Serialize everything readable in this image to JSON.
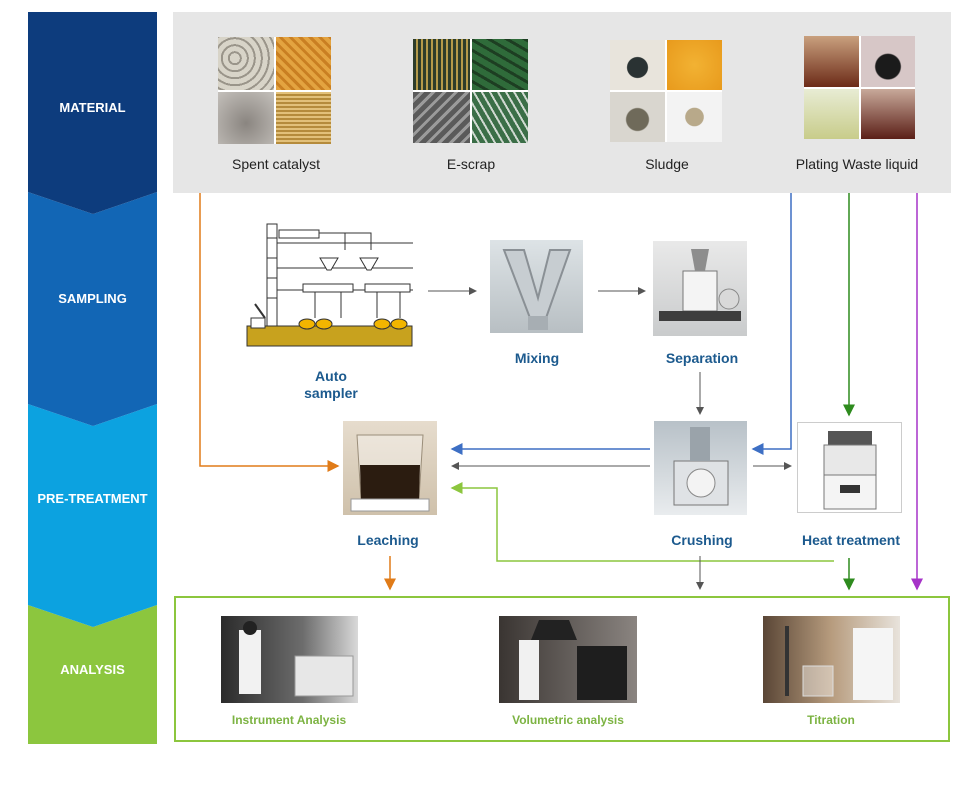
{
  "stages": [
    {
      "label": "MATERIAL",
      "color": "#0d3c7d"
    },
    {
      "label": "SAMPLING",
      "color": "#1266b5"
    },
    {
      "label": "PRE-TREATMENT",
      "color": "#0ca2e0"
    },
    {
      "label": "ANALYSIS",
      "color": "#8cc63e"
    }
  ],
  "materials": [
    {
      "label": "Spent catalyst"
    },
    {
      "label": "E-scrap"
    },
    {
      "label": "Sludge"
    },
    {
      "label": "Plating Waste liquid"
    }
  ],
  "process": {
    "auto_sampler": "Auto\nsampler",
    "mixing": "Mixing",
    "separation": "Separation",
    "leaching": "Leaching",
    "crushing": "Crushing",
    "heat_treatment": "Heat treatment"
  },
  "analysis": [
    {
      "label": "Instrument Analysis"
    },
    {
      "label": "Volumetric analysis"
    },
    {
      "label": "Titration"
    }
  ],
  "colors": {
    "material_bg": "#e6e6e6",
    "analysis_border": "#8cc63e",
    "process_text": "#1c5a8e",
    "analysis_text": "#7cb342",
    "arrow_orange": "#e07b18",
    "arrow_blue": "#3d6fc4",
    "arrow_gray": "#555555",
    "arrow_green_dark": "#2e8b1e",
    "arrow_green_light": "#8cc63e",
    "arrow_purple": "#a633c8"
  }
}
